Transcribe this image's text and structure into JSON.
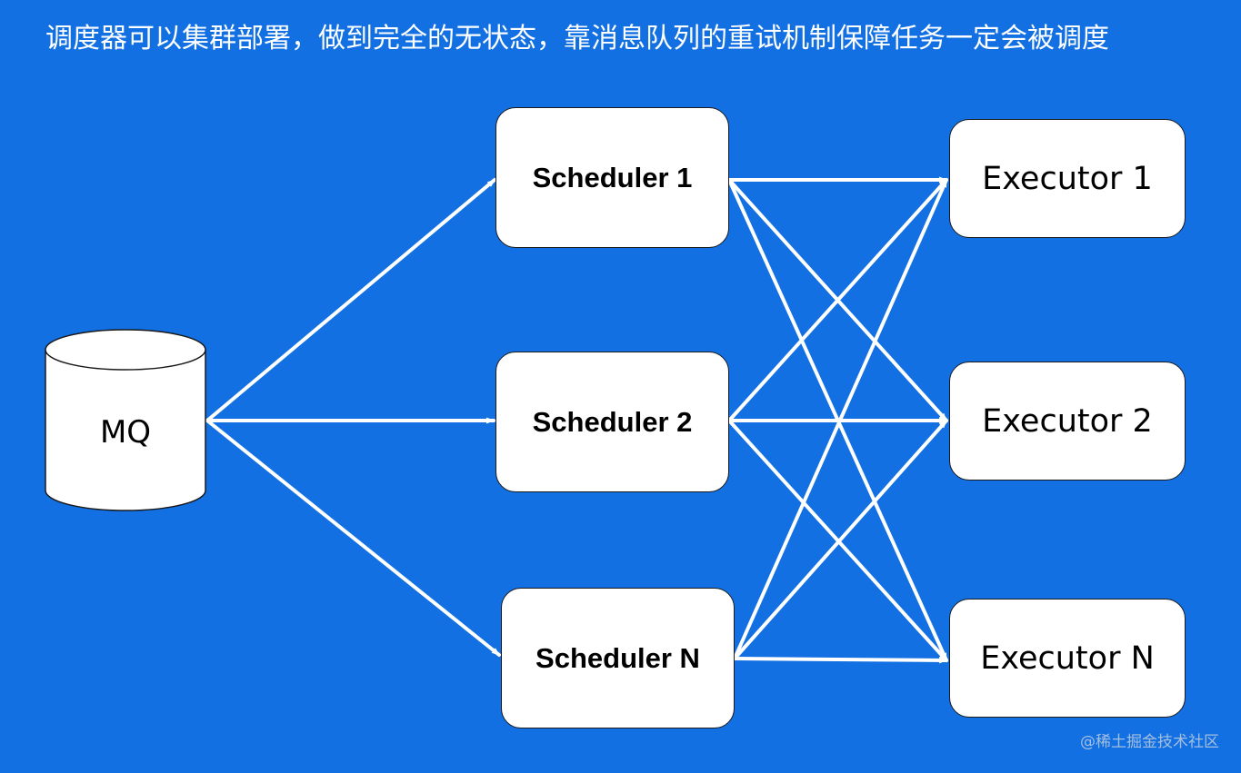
{
  "title": "调度器可以集群部署，做到完全的无状态，靠消息队列的重试机制保障任务一定会被调度",
  "queue": {
    "label": "MQ"
  },
  "schedulers": [
    {
      "id": "s1",
      "label": "Scheduler 1"
    },
    {
      "id": "s2",
      "label": "Scheduler 2"
    },
    {
      "id": "sn",
      "label": "Scheduler N"
    }
  ],
  "executors": [
    {
      "id": "e1",
      "label": "Executor 1"
    },
    {
      "id": "e2",
      "label": "Executor 2"
    },
    {
      "id": "en",
      "label": "Executor N"
    }
  ],
  "edges": [
    {
      "from": "mq",
      "to": "s1"
    },
    {
      "from": "mq",
      "to": "s2"
    },
    {
      "from": "mq",
      "to": "sn"
    },
    {
      "from": "s1",
      "to": "e1"
    },
    {
      "from": "s1",
      "to": "e2"
    },
    {
      "from": "s1",
      "to": "en"
    },
    {
      "from": "s2",
      "to": "e1"
    },
    {
      "from": "s2",
      "to": "e2"
    },
    {
      "from": "s2",
      "to": "en"
    },
    {
      "from": "sn",
      "to": "e1"
    },
    {
      "from": "sn",
      "to": "e2"
    },
    {
      "from": "sn",
      "to": "en"
    }
  ],
  "watermark": "@稀土掘金技术社区",
  "colors": {
    "background": "#1270e3",
    "node_fill": "#ffffff",
    "node_border": "#1a1a1a",
    "edge": "#ffffff",
    "title_text": "#ffffff"
  }
}
